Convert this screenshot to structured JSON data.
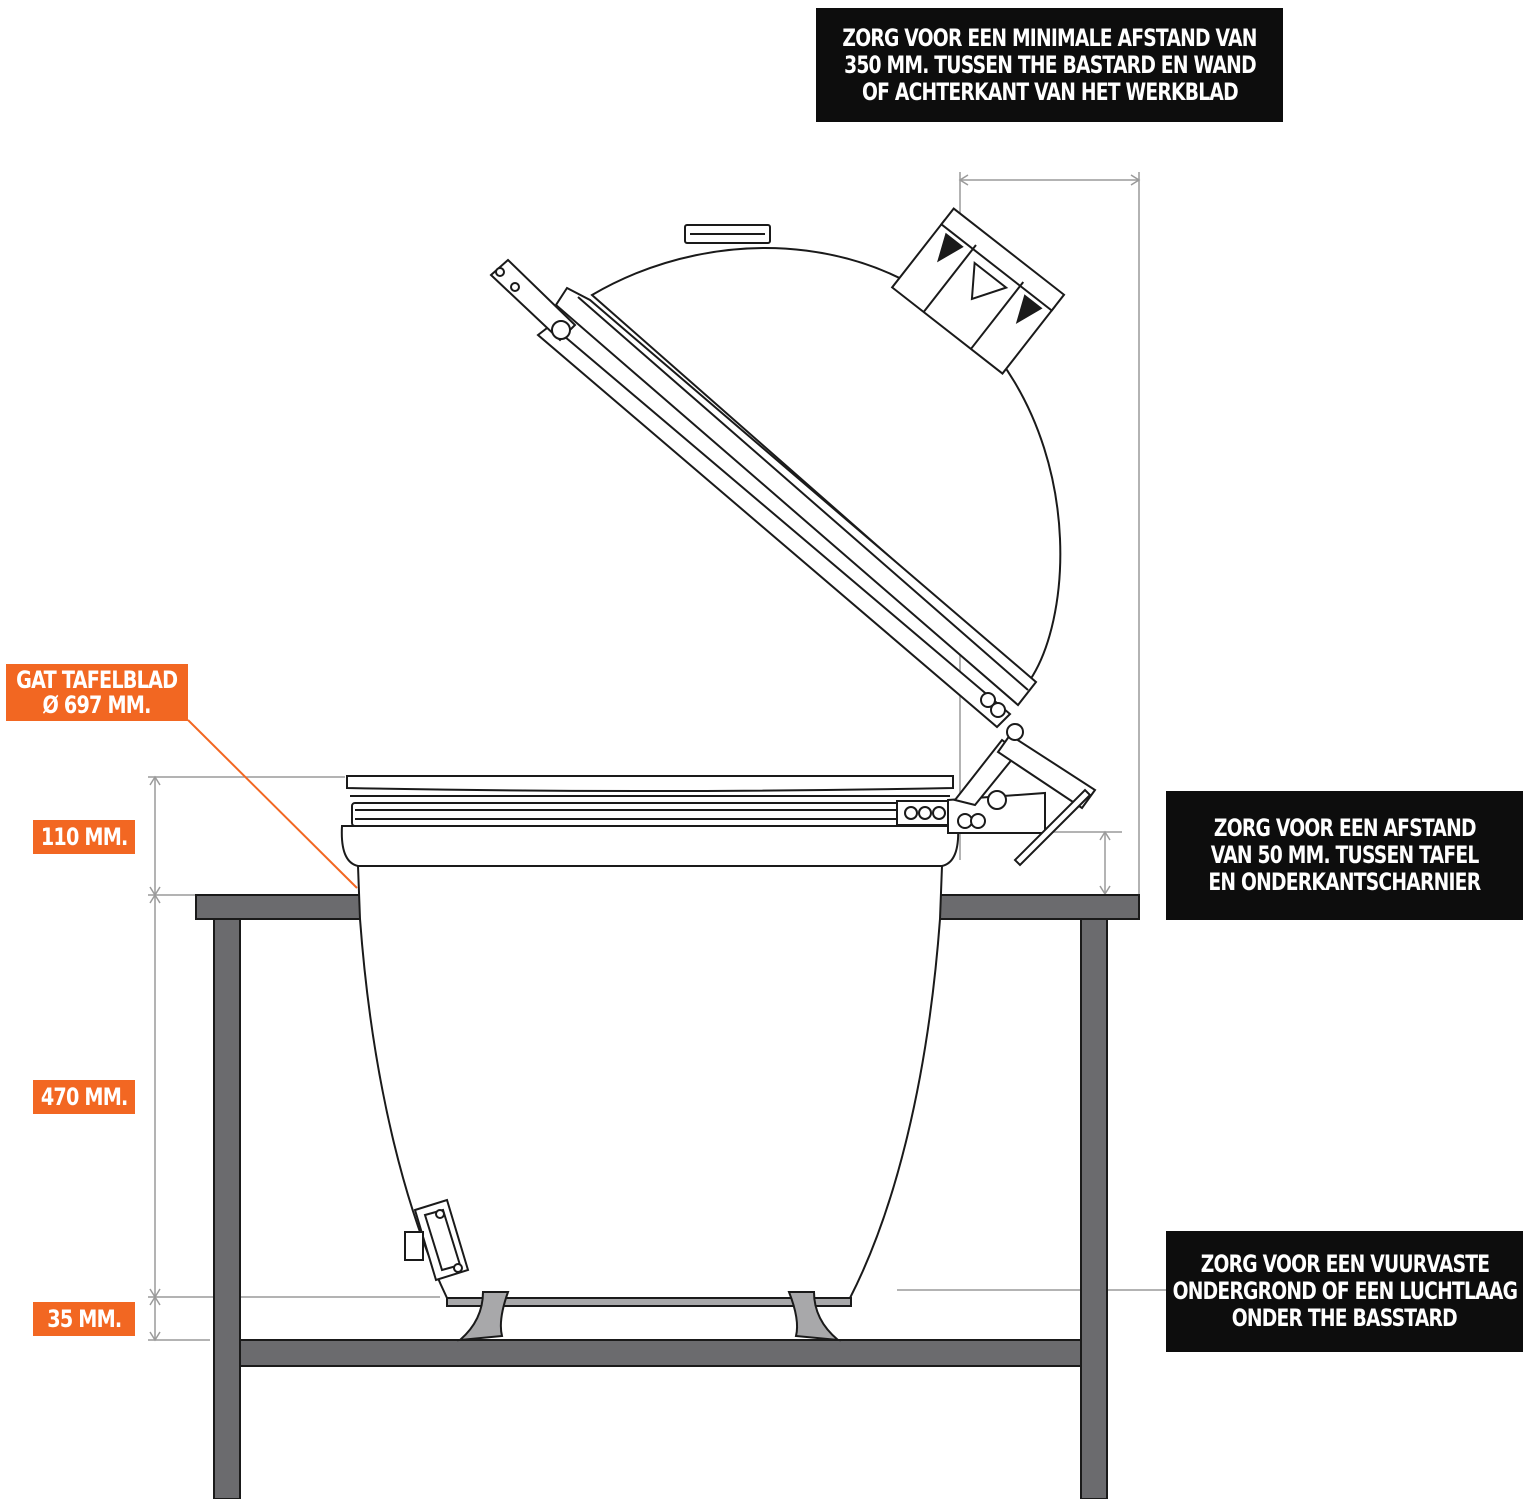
{
  "callouts": {
    "wall_distance": [
      "ZORG VOOR EEN MINIMALE AFSTAND VAN",
      "350 MM. TUSSEN THE BASTARD EN WAND",
      "OF ACHTERKANT VAN HET WERKBLAD"
    ],
    "hinge_distance": [
      "ZORG VOOR EEN AFSTAND",
      "VAN 50 MM. TUSSEN TAFEL",
      "EN ONDERKANTSCHARNIER"
    ],
    "fireproof_base": [
      "ZORG VOOR EEN VUURVASTE",
      "ONDERGROND OF EEN LUCHTLAAG",
      "ONDER THE BASSTARD"
    ]
  },
  "tags": {
    "table_hole": [
      "GAT TAFELBLAD",
      "Ø 697 MM."
    ],
    "dim_110": "110 MM.",
    "dim_470": "470 MM.",
    "dim_35": "35 MM."
  },
  "colors": {
    "accent": "#f26722",
    "callout_bg": "#0d0d0d",
    "table": "#6b6b6e",
    "feet": "#a8a8aa",
    "outline": "#1a1a1a",
    "dimension_line": "#9a9a9a"
  }
}
